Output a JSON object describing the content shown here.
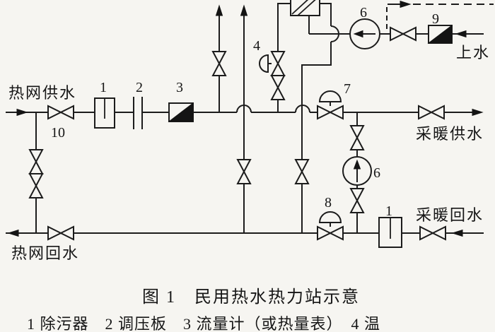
{
  "colors": {
    "line": "#1c1c1c",
    "paper": "#f6f5f1",
    "fill_black": "#141414"
  },
  "texts": {
    "supply_in": "热网供水",
    "return_out": "热网回水",
    "heating_supply": "采暖供水",
    "heating_return": "采暖回水",
    "tap_water": "上水"
  },
  "numbers": {
    "n1a": "1",
    "n2": "2",
    "n3": "3",
    "n4": "4",
    "n6a": "6",
    "n6b": "6",
    "n7": "7",
    "n8": "8",
    "n9": "9",
    "n10": "10",
    "n1b": "1"
  },
  "caption": {
    "title": "图 1　民用热水热力站示意",
    "legend": "1 除污器　2 调压板　3 流量计（或热量表）　4 温"
  }
}
